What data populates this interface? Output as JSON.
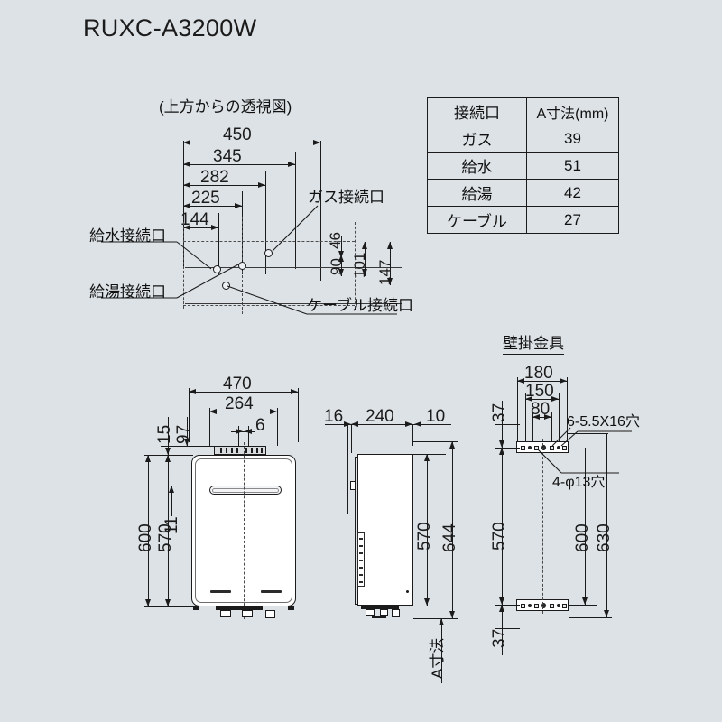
{
  "page": {
    "title": "RUXC-A3200W",
    "background_color": "#dde2e6",
    "line_color": "#1b1b1b"
  },
  "spec_table": {
    "headers": [
      "接続口",
      "A寸法(mm)"
    ],
    "rows": [
      {
        "port": "ガス",
        "a_dim": "39"
      },
      {
        "port": "給水",
        "a_dim": "51"
      },
      {
        "port": "給湯",
        "a_dim": "42"
      },
      {
        "port": "ケーブル",
        "a_dim": "27"
      }
    ]
  },
  "top_view": {
    "caption": "(上方からの透視図)",
    "horizontal_dims": [
      "450",
      "345",
      "282",
      "225",
      "144"
    ],
    "vertical_dims": [
      "46",
      "90",
      "101",
      "147"
    ],
    "callouts": {
      "gas": "ガス接続口",
      "water_supply": "給水接続口",
      "hot_water": "給湯接続口",
      "cable": "ケーブル接続口"
    }
  },
  "front_view": {
    "width_dims": [
      "470",
      "264",
      "6"
    ],
    "height_dims": [
      "15",
      "97",
      "11",
      "600",
      "570"
    ]
  },
  "side_view": {
    "top_dims": [
      "16",
      "240",
      "10"
    ],
    "height_dims": [
      "570",
      "644"
    ],
    "a_dim_label": "A寸法"
  },
  "bracket_view": {
    "title": "壁掛金具",
    "width_dims": [
      "180",
      "150",
      "80"
    ],
    "height_dims": [
      "37",
      "570",
      "600",
      "630",
      "37"
    ],
    "hole_notes": [
      "6-5.5X16穴",
      "4-φ13穴"
    ]
  }
}
